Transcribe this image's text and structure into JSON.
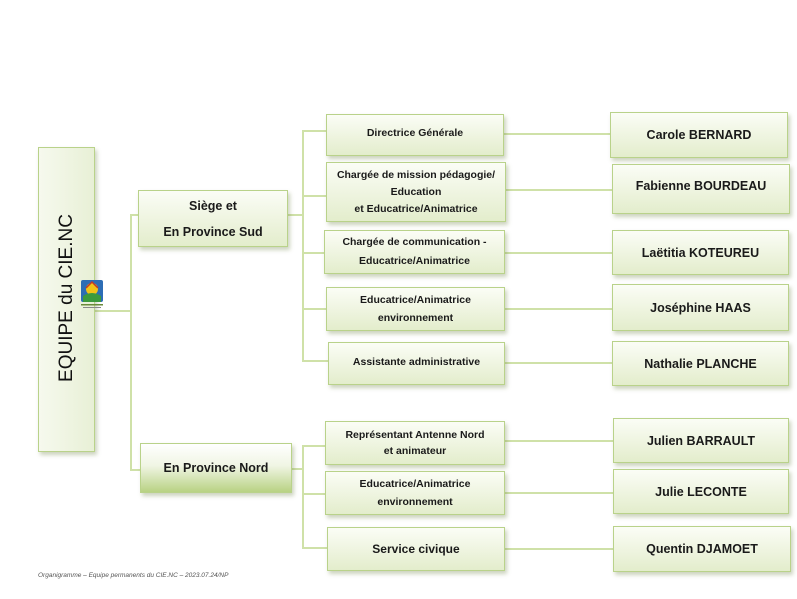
{
  "root": {
    "title": "EQUIPE du CIE.NC"
  },
  "branches": [
    {
      "label_line1": "Siège et",
      "label_line2": "En Province Sud",
      "rows": [
        {
          "role": "Directrice Générale",
          "person": "Carole BERNARD"
        },
        {
          "role_lines": [
            "Chargée de mission pédagogie/",
            "Education",
            "et Educatrice/Animatrice"
          ],
          "person": "Fabienne BOURDEAU"
        },
        {
          "role_lines": [
            "Chargée de communication -",
            "Educatrice/Animatrice"
          ],
          "person": "Laëtitia KOTEUREU"
        },
        {
          "role_lines": [
            "Educatrice/Animatrice",
            "environnement"
          ],
          "person": "Joséphine HAAS"
        },
        {
          "role": "Assistante administrative",
          "person": "Nathalie PLANCHE"
        }
      ]
    },
    {
      "label": "En Province Nord",
      "rows": [
        {
          "role_lines": [
            "Représentant Antenne Nord",
            "et animateur"
          ],
          "person": "Julien BARRAULT"
        },
        {
          "role_lines": [
            "Educatrice/Animatrice",
            "environnement"
          ],
          "person": "Julie LECONTE"
        },
        {
          "role": "Service civique",
          "person": "Quentin DJAMOET"
        }
      ]
    }
  ],
  "footer": "Organigramme – Equipe permanents du CIE.NC – 2023.07.24/NP",
  "colors": {
    "box_border": "#b9d28a",
    "connector": "#cfe1a8",
    "nord_gradient_bottom": "#b8d283"
  },
  "logo": {
    "icon": "cie-logo-icon"
  }
}
